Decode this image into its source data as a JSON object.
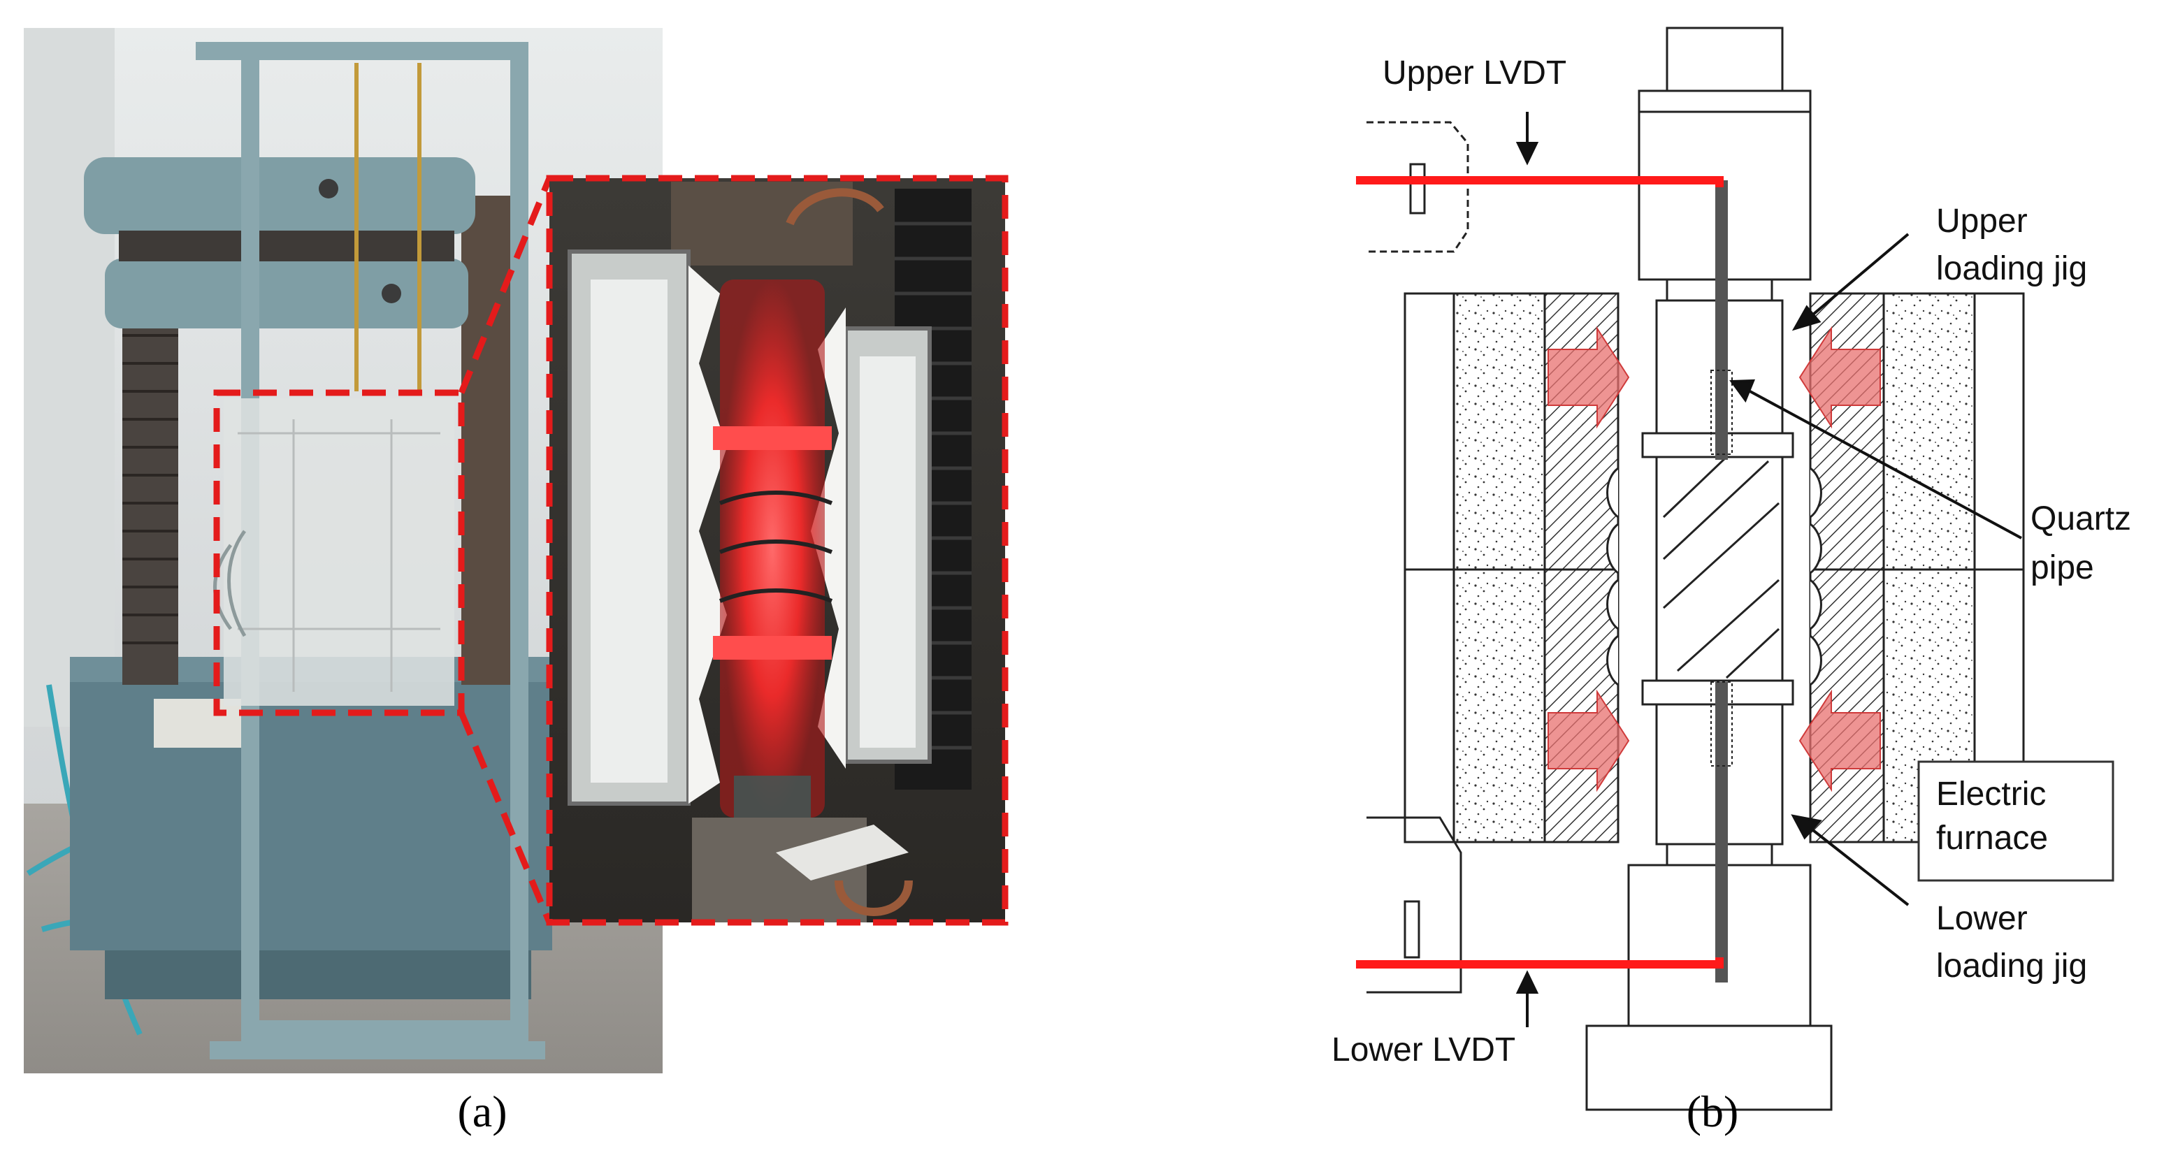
{
  "figure": {
    "panel_a": {
      "label": "(a)"
    },
    "panel_b": {
      "label": "(b)"
    }
  },
  "diagram": {
    "labels": {
      "upper_lvdt": "Upper LVDT",
      "lower_lvdt": "Lower LVDT",
      "upper_loading_jig": [
        "Upper",
        "loading jig"
      ],
      "lower_loading_jig": [
        "Lower",
        "loading jig"
      ],
      "quartz_pipe": [
        "Quartz",
        "pipe"
      ],
      "electric_furnace": [
        "Electric",
        "furnace"
      ]
    }
  },
  "colors": {
    "lvdt_line": "#ff1a1a",
    "highlight_dash": "#e41b1b",
    "heat_arrow": "#e8706f",
    "machine_frame": "#7f9ea5",
    "glow": "#ff3b3b"
  }
}
